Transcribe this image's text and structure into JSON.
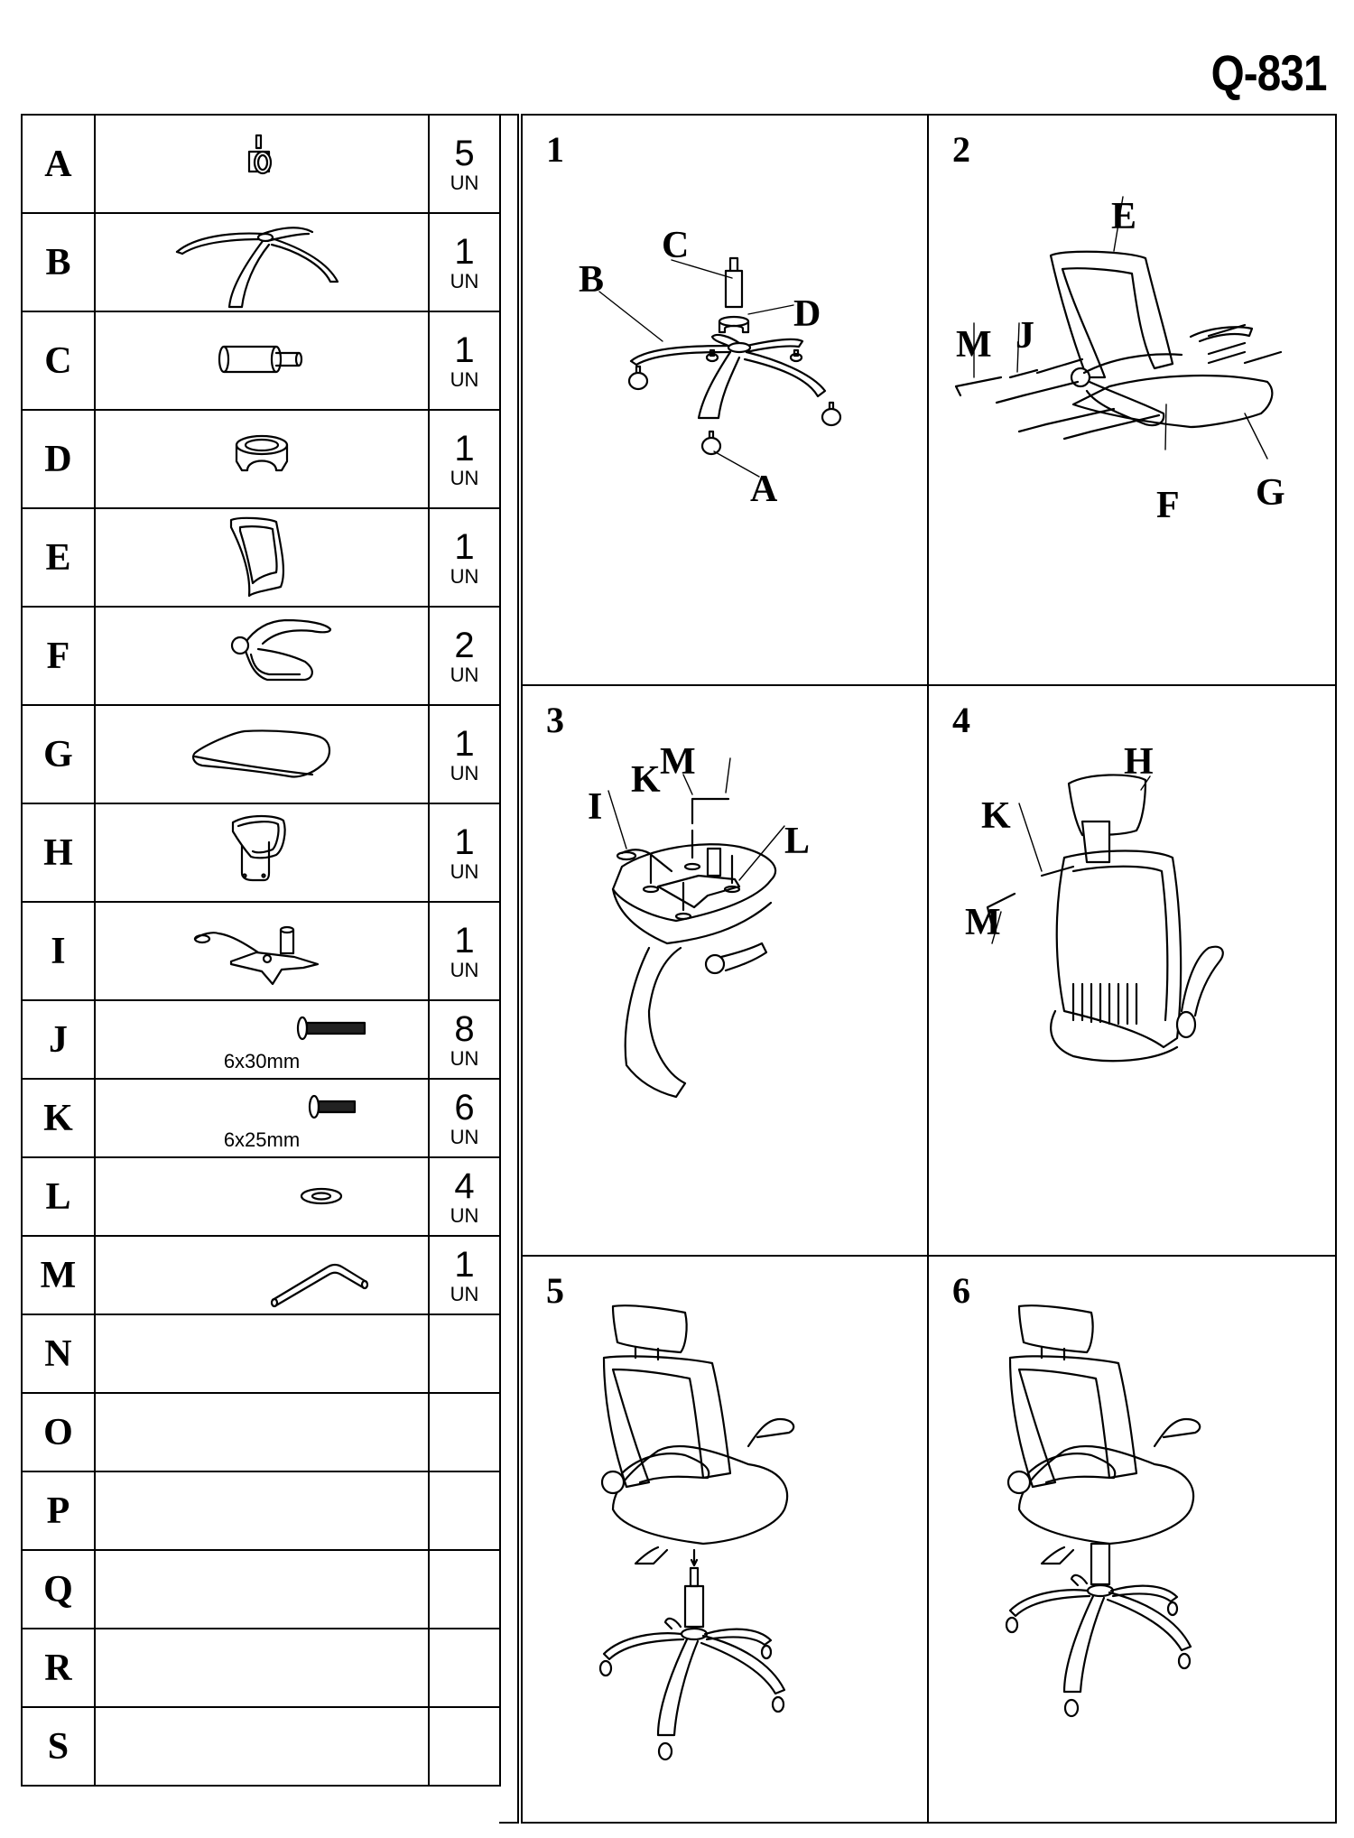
{
  "model": "Q-831",
  "parts": [
    {
      "letter": "A",
      "name": "caster-wheel",
      "qty": "5",
      "unit": "UN"
    },
    {
      "letter": "B",
      "name": "five-star-base",
      "qty": "1",
      "unit": "UN"
    },
    {
      "letter": "C",
      "name": "gas-lift-cylinder",
      "qty": "1",
      "unit": "UN"
    },
    {
      "letter": "D",
      "name": "cylinder-cover",
      "qty": "1",
      "unit": "UN"
    },
    {
      "letter": "E",
      "name": "mesh-backrest",
      "qty": "1",
      "unit": "UN"
    },
    {
      "letter": "F",
      "name": "armrest",
      "qty": "2",
      "unit": "UN"
    },
    {
      "letter": "G",
      "name": "seat-cushion",
      "qty": "1",
      "unit": "UN"
    },
    {
      "letter": "H",
      "name": "headrest",
      "qty": "1",
      "unit": "UN"
    },
    {
      "letter": "I",
      "name": "tilt-mechanism",
      "qty": "1",
      "unit": "UN"
    },
    {
      "letter": "J",
      "name": "bolt",
      "spec": "6x30mm",
      "qty": "8",
      "unit": "UN"
    },
    {
      "letter": "K",
      "name": "bolt",
      "spec": "6x25mm",
      "qty": "6",
      "unit": "UN"
    },
    {
      "letter": "L",
      "name": "washer",
      "qty": "4",
      "unit": "UN"
    },
    {
      "letter": "M",
      "name": "allen-key",
      "qty": "1",
      "unit": "UN"
    },
    {
      "letter": "N",
      "qty": "",
      "unit": ""
    },
    {
      "letter": "O",
      "qty": "",
      "unit": ""
    },
    {
      "letter": "P",
      "qty": "",
      "unit": ""
    },
    {
      "letter": "Q",
      "qty": "",
      "unit": ""
    },
    {
      "letter": "R",
      "qty": "",
      "unit": ""
    },
    {
      "letter": "S",
      "qty": "",
      "unit": ""
    }
  ],
  "steps": [
    {
      "number": "1",
      "callouts": [
        "C",
        "B",
        "D",
        "A"
      ]
    },
    {
      "number": "2",
      "callouts": [
        "E",
        "M",
        "J",
        "F",
        "G"
      ]
    },
    {
      "number": "3",
      "callouts": [
        "M",
        "K",
        "I",
        "L"
      ]
    },
    {
      "number": "4",
      "callouts": [
        "H",
        "K",
        "M"
      ]
    },
    {
      "number": "5",
      "callouts": []
    },
    {
      "number": "6",
      "callouts": []
    }
  ]
}
